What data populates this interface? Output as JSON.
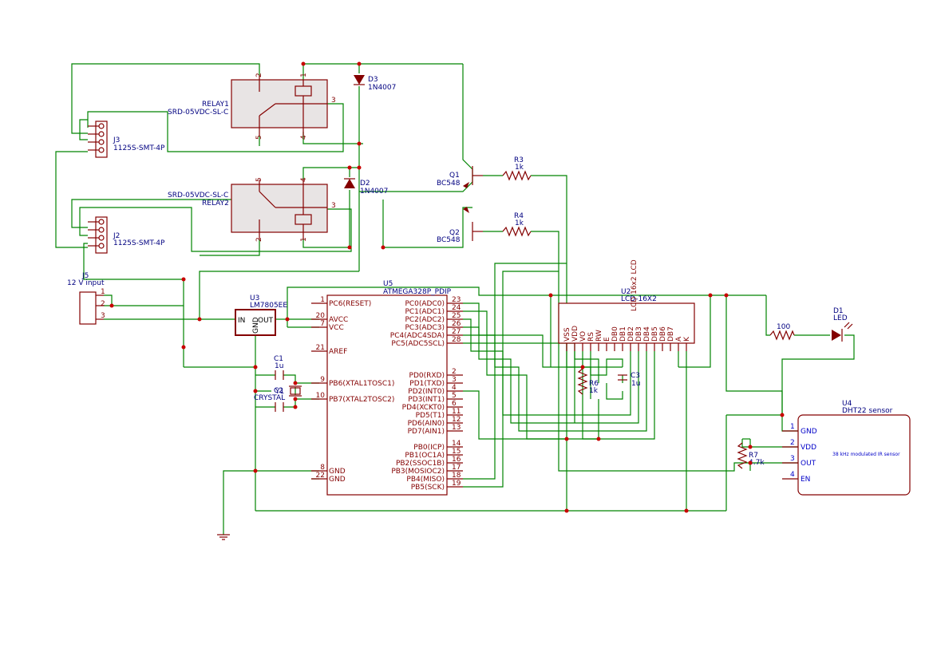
{
  "relay1": {
    "ref": "RELAY1",
    "value": "SRD-05VDC-SL-C",
    "pins": [
      "2",
      "1",
      "3",
      "5",
      "4"
    ]
  },
  "relay2": {
    "ref": "RELAY2",
    "value": "SRD-05VDC-SL-C",
    "pins": [
      "5",
      "4",
      "3",
      "2",
      "1"
    ]
  },
  "d3": {
    "ref": "D3",
    "value": "1N4007"
  },
  "d2": {
    "ref": "D2",
    "value": "1N4007"
  },
  "j3": {
    "ref": "J3",
    "value": "1125S-SMT-4P"
  },
  "j2": {
    "ref": "J2",
    "value": "1125S-SMT-4P"
  },
  "j5": {
    "ref": "J5",
    "value": "12 V input",
    "pins": [
      "1",
      "2",
      "3"
    ]
  },
  "q1": {
    "ref": "Q1",
    "value": "BC548"
  },
  "q2": {
    "ref": "Q2",
    "value": "BC548"
  },
  "r3": {
    "ref": "R3",
    "value": "1k"
  },
  "r4": {
    "ref": "R4",
    "value": "1k"
  },
  "u3": {
    "ref": "U3",
    "value": "LM7805EE",
    "in": "IN",
    "out": "OUT",
    "gnd": "GND"
  },
  "c1": {
    "ref": "C1",
    "value": "1u"
  },
  "c2": {
    "ref": "C2",
    "value": "CRYSTAL"
  },
  "y1": {
    "ref": "Y1"
  },
  "u5": {
    "ref": "U5",
    "value": "ATMEGA328P_PDIP",
    "left": [
      {
        "num": "1",
        "name": "PC6(RESET)"
      },
      {
        "num": "20",
        "name": "AVCC"
      },
      {
        "num": "7",
        "name": "VCC"
      },
      {
        "num": "21",
        "name": "AREF"
      },
      {
        "num": "9",
        "name": "PB6(XTAL1TOSC1)"
      },
      {
        "num": "10",
        "name": "PB7(XTAL2TOSC2)"
      },
      {
        "num": "8",
        "name": "GND"
      },
      {
        "num": "22",
        "name": "GND"
      }
    ],
    "right": [
      {
        "num": "23",
        "name": "PC0(ADC0)"
      },
      {
        "num": "24",
        "name": "PC1(ADC1)"
      },
      {
        "num": "25",
        "name": "PC2(ADC2)"
      },
      {
        "num": "26",
        "name": "PC3(ADC3)"
      },
      {
        "num": "27",
        "name": "PC4(ADC4SDA)"
      },
      {
        "num": "28",
        "name": "PC5(ADC5SCL)"
      },
      {
        "num": "2",
        "name": "PD0(RXD)"
      },
      {
        "num": "3",
        "name": "PD1(TXD)"
      },
      {
        "num": "4",
        "name": "PD2(INT0)"
      },
      {
        "num": "5",
        "name": "PD3(INT1)"
      },
      {
        "num": "6",
        "name": "PD4(XCKT0)"
      },
      {
        "num": "11",
        "name": "PD5(T1)"
      },
      {
        "num": "12",
        "name": "PD6(AIN0)"
      },
      {
        "num": "13",
        "name": "PD7(AIN1)"
      },
      {
        "num": "14",
        "name": "PB0(ICP)"
      },
      {
        "num": "15",
        "name": "PB1(OC1A)"
      },
      {
        "num": "16",
        "name": "PB2(SSOC1B)"
      },
      {
        "num": "17",
        "name": "PB3(MOSIOC2)"
      },
      {
        "num": "18",
        "name": "PB4(MISO)"
      },
      {
        "num": "19",
        "name": "PB5(SCK)"
      }
    ]
  },
  "u2": {
    "ref": "U2",
    "value": "LCD-16X2",
    "sub": "LCD 16x2 LCD",
    "pins": [
      "VSS",
      "VDD",
      "VO",
      "RS",
      "RW",
      "E",
      "DB0",
      "DB1",
      "DB2",
      "DB3",
      "DB4",
      "DB5",
      "DB6",
      "DB7",
      "A",
      "K"
    ]
  },
  "r6": {
    "ref": "R6",
    "value": "1k"
  },
  "c3": {
    "ref": "C3",
    "value": "1u"
  },
  "r_led": {
    "value": "100"
  },
  "d1": {
    "ref": "D1",
    "value": "LED"
  },
  "u4": {
    "ref": "U4",
    "value": "DHT22 sensor",
    "note": "38 kHz modulated IR sensor",
    "pins": [
      {
        "num": "1",
        "name": "GND"
      },
      {
        "num": "2",
        "name": "VDD"
      },
      {
        "num": "3",
        "name": "OUT"
      },
      {
        "num": "4",
        "name": "EN"
      }
    ]
  },
  "r7": {
    "ref": "R7",
    "value": "4.7k"
  }
}
